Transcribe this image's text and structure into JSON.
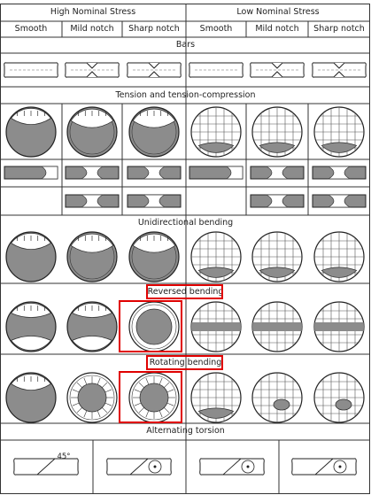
{
  "header": {
    "high_stress": "High Nominal Stress",
    "low_stress": "Low Nominal Stress",
    "columns": [
      "Smooth",
      "Mild notch",
      "Sharp notch",
      "Smooth",
      "Mild notch",
      "Sharp notch"
    ]
  },
  "sections": [
    {
      "key": "bars",
      "title": "Bars"
    },
    {
      "key": "tension",
      "title": "Tension and tension-compression"
    },
    {
      "key": "unidirectional",
      "title": "Unidirectional bending"
    },
    {
      "key": "reversed",
      "title": "Reversed bending"
    },
    {
      "key": "rotating",
      "title": "Rotating bending"
    },
    {
      "key": "torsion",
      "title": "Alternating torsion"
    }
  ],
  "annotations": {
    "torsion_angle": "45°"
  },
  "highlight_color": "#e00000",
  "highlights": [
    {
      "target": "reversed-bending-title"
    },
    {
      "target": "reversed-bending-high-sharp-notch"
    },
    {
      "target": "rotating-bending-title"
    },
    {
      "target": "rotating-bending-high-sharp-notch"
    }
  ]
}
